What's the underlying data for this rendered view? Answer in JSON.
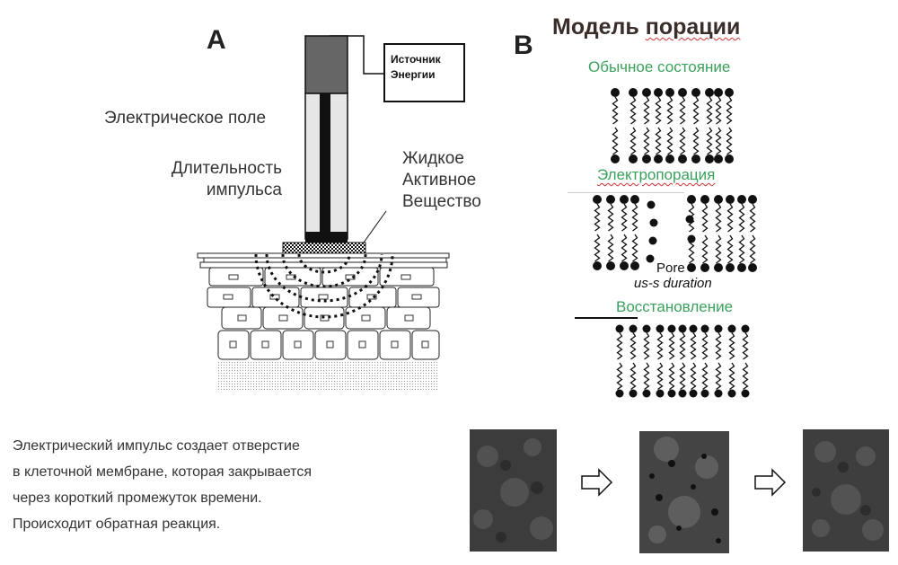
{
  "panel_a": {
    "letter": "A",
    "source_label_line1": "Источник",
    "source_label_line2": "Энергии",
    "electric_field": "Электрическое поле",
    "pulse_duration_line1": "Длительность",
    "pulse_duration_line2": "импульса",
    "liquid_line1": "Жидкое",
    "liquid_line2": "Активное",
    "liquid_line3": "Вещество"
  },
  "panel_b": {
    "letter": "B",
    "title_prefix": "Модель ",
    "title_underlined": "порации",
    "state_normal": "Обычное состояние",
    "state_electroporation": "Электропорация",
    "pore_label": "Pore",
    "duration_label": "us-s duration",
    "state_recovery": "Восстановление"
  },
  "description": {
    "line1": "Электрический импульс создает отверстие",
    "line2": "в  клеточной мембране, которая закрывается",
    "line3": "через короткий промежуток времени.",
    "line4": "Происходит обратная реакция."
  },
  "colors": {
    "green_label": "#3aa15c",
    "micro_bg": "#3c3c3c"
  }
}
